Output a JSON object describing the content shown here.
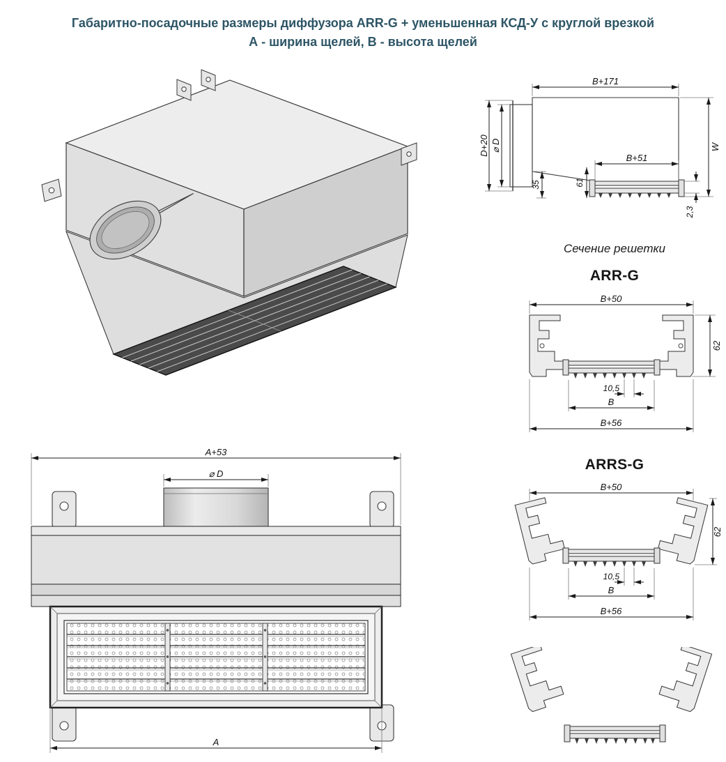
{
  "title": {
    "line1": "Габаритно-посадочные размеры диффузора ARR-G + уменьшенная КСД-У с круглой врезкой",
    "line2": "А - ширина щелей, В - высота щелей"
  },
  "labels": {
    "section_title": "Сечение решетки"
  },
  "side_section": {
    "dim_width_top": "B+171",
    "dim_duct_outer": "D+20",
    "dim_duct_dia": "⌀ D",
    "dim_grille_top": "B+51",
    "dim_height": "W",
    "dim_61": "61",
    "dim_35": "35",
    "dim_23": "2,3"
  },
  "arr_g": {
    "heading": "ARR-G",
    "dim_top": "B+50",
    "dim_height": "62",
    "dim_slot": "10,5",
    "dim_b": "B",
    "dim_bottom": "B+56"
  },
  "arrs_g": {
    "heading": "ARRS-G",
    "dim_top": "B+50",
    "dim_height": "62",
    "dim_slot": "10,5",
    "dim_b": "B",
    "dim_bottom": "B+56"
  },
  "front_view": {
    "dim_width_top": "A+53",
    "dim_duct": "⌀ D",
    "dim_width_bottom": "A"
  }
}
